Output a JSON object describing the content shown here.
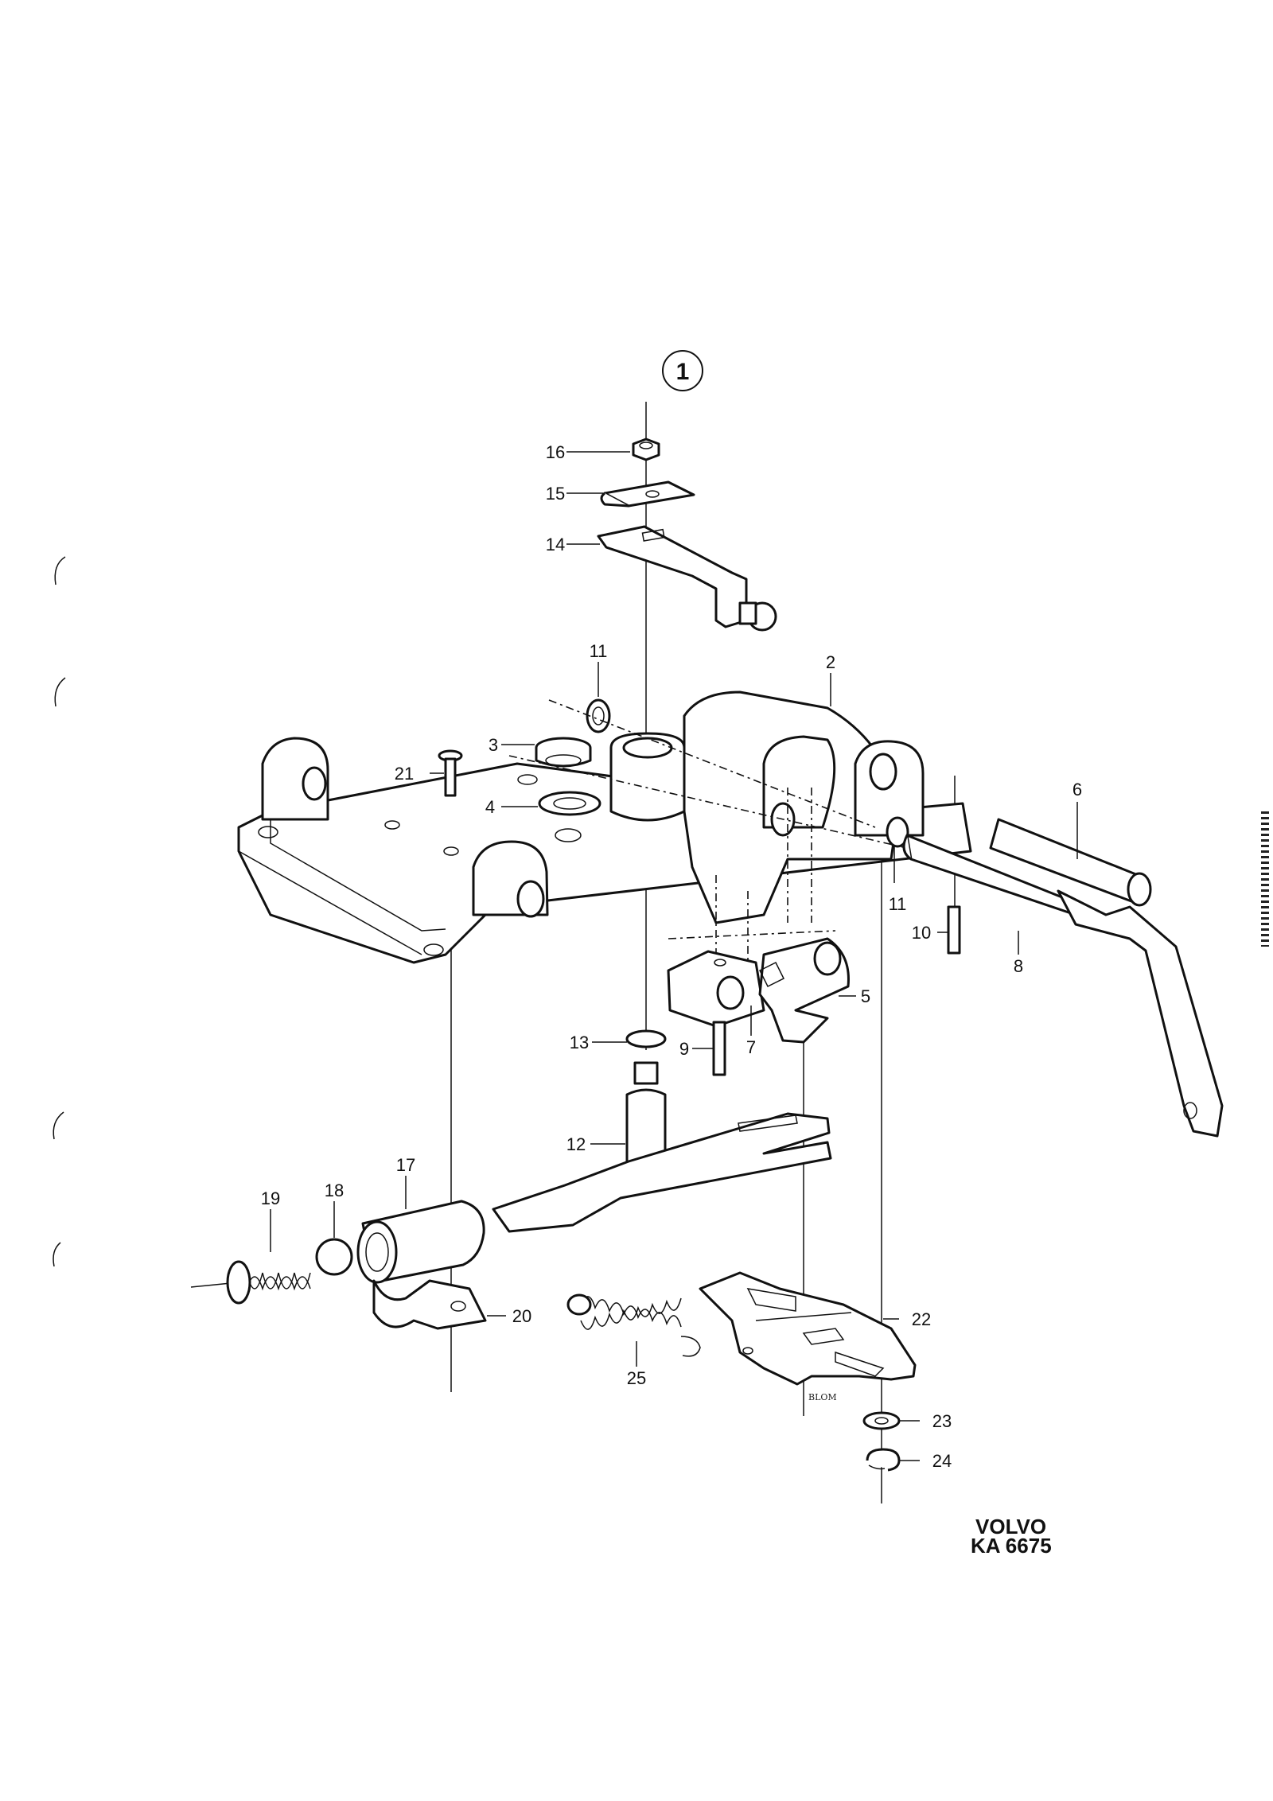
{
  "diagram": {
    "group_label": "1",
    "callouts": [
      "16",
      "15",
      "14",
      "11",
      "2",
      "3",
      "21",
      "4",
      "6",
      "11",
      "10",
      "8",
      "5",
      "13",
      "9",
      "7",
      "12",
      "17",
      "18",
      "19",
      "20",
      "22",
      "25",
      "23",
      "24"
    ],
    "brand": "VOLVO",
    "code": "KA 6675",
    "signature": "BLOM"
  }
}
